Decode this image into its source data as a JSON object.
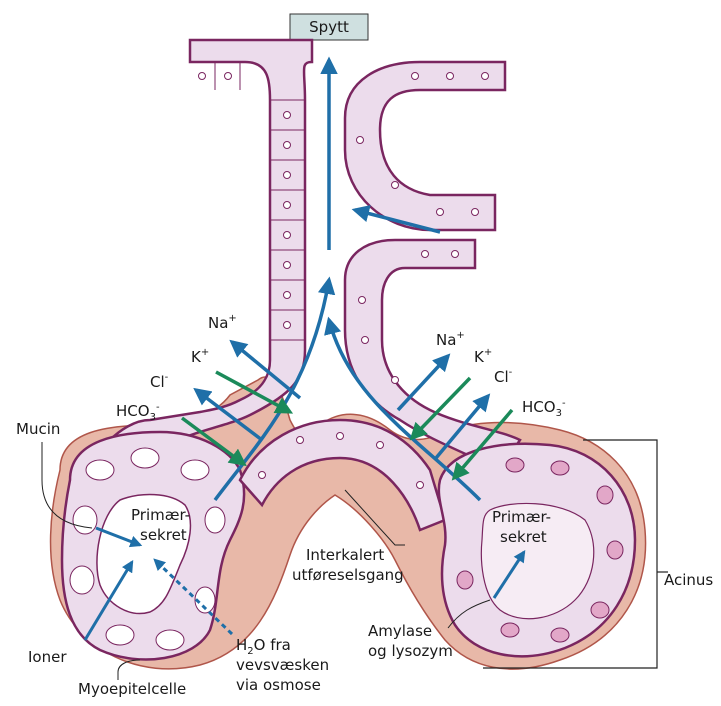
{
  "top_box": "Spytt",
  "labels": {
    "mucin": "Mucin",
    "primaer_left_1": "Primær-",
    "primaer_left_2": "sekret",
    "primaer_right_1": "Primær-",
    "primaer_right_2": "sekret",
    "interkalert_1": "Interkalert",
    "interkalert_2": "utføreselsgang",
    "acinus": "Acinus",
    "ioner": "Ioner",
    "myoepitelcelle": "Myoepitelcelle",
    "h2o_1_a": "H",
    "h2o_1_sub": "2",
    "h2o_1_b": "O fra",
    "h2o_2": "vevsvæsken",
    "h2o_3": "via osmose",
    "amylase_1": "Amylase",
    "amylase_2": "og lysozym"
  },
  "ions_left": {
    "na": "Na",
    "na_sup": "+",
    "k": "K",
    "k_sup": "+",
    "cl": "Cl",
    "cl_sup": "-",
    "hco": "HCO",
    "hco_sub": "3",
    "hco_sup": "-"
  },
  "ions_right": {
    "na": "Na",
    "na_sup": "+",
    "k": "K",
    "k_sup": "+",
    "cl": "Cl",
    "cl_sup": "-",
    "hco": "HCO",
    "hco_sub": "3",
    "hco_sup": "-"
  },
  "colors": {
    "blue_arrow": "#1f6fa8",
    "green_arrow": "#1b8a5a",
    "duct_wall": "#7a2660",
    "cell_fill": "#ecdcec",
    "connective": "#e8b8a8",
    "box_fill": "#cfe0e0"
  }
}
